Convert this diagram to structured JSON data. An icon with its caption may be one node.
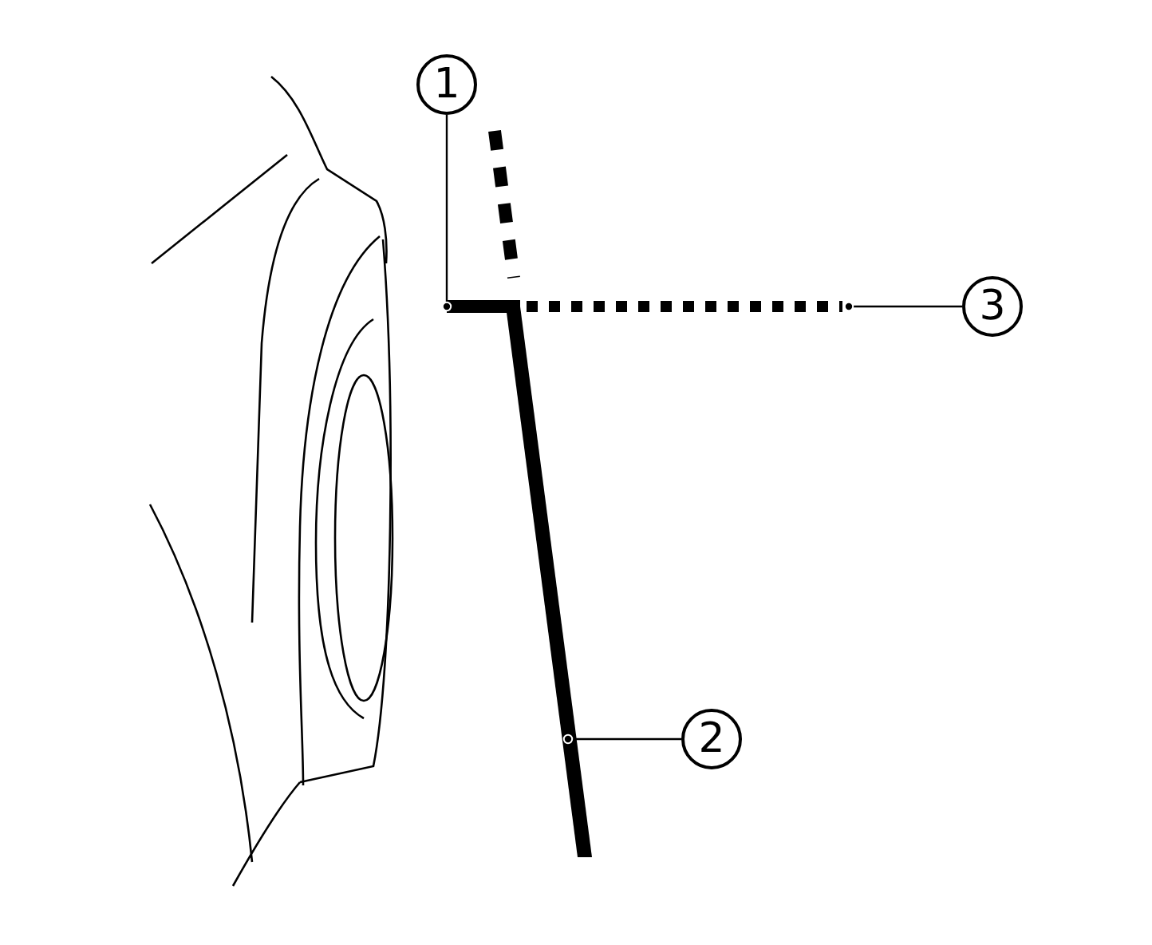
{
  "diagram": {
    "nodes": [
      {
        "text": [
          "1"
        ]
      },
      {
        "text": [
          "2"
        ]
      },
      {
        "text": [
          "3"
        ]
      },
      {
        "text": [],
        "shape": "bar"
      },
      {
        "text": [],
        "shape": "bar"
      },
      {
        "text": [],
        "shape": "bar"
      }
    ],
    "edges": [
      {
        "from": 0,
        "to": 3,
        "arrow": "other"
      },
      {
        "from": 1,
        "to": 4,
        "arrow": "other"
      },
      {
        "from": 2,
        "to": 5,
        "arrow": "other"
      }
    ]
  }
}
